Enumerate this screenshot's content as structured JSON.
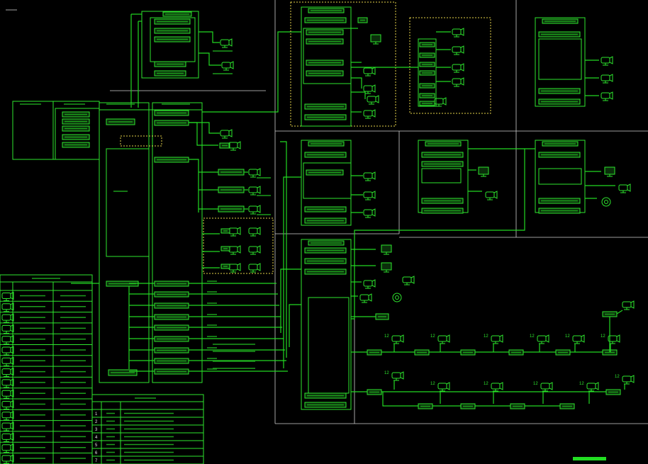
{
  "notes_table": {
    "row_numbers": [
      "1",
      "2",
      "3",
      "4",
      "5",
      "6",
      "7"
    ]
  },
  "camera_chain": {
    "upper_labels": [
      "12",
      "12",
      "12",
      "12",
      "12",
      "12"
    ],
    "lower_labels": [
      "12",
      "12",
      "12",
      "12",
      "12",
      "12"
    ]
  },
  "colors": {
    "background": "#000000",
    "line": "#22d822",
    "highlight": "#e6d44a",
    "boundary": "#cfcfcf"
  }
}
